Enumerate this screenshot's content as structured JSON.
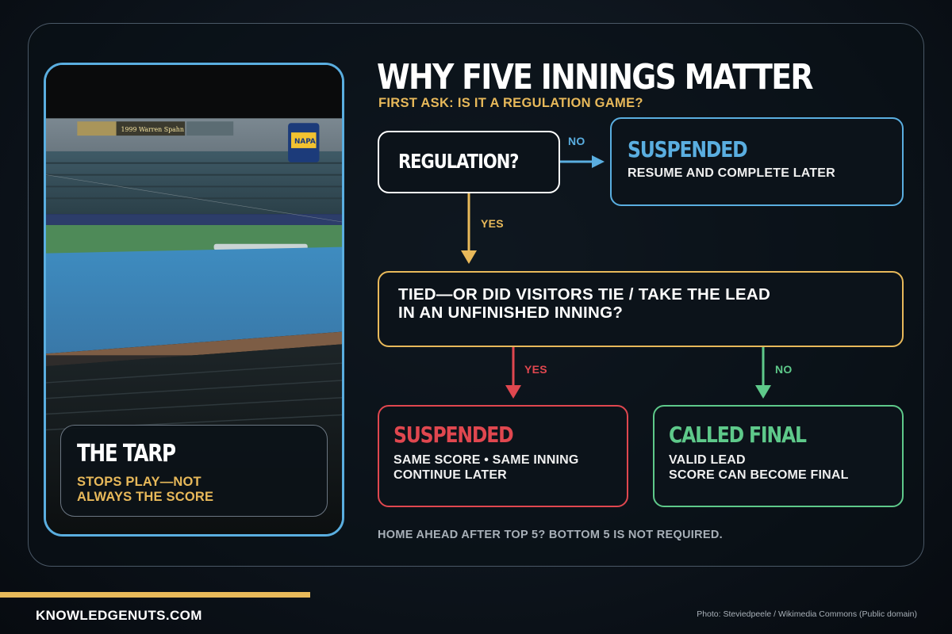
{
  "headline": "WHY FIVE INNINGS MATTER",
  "subhead": "FIRST ASK: IS IT A REGULATION GAME?",
  "photo": {
    "card_title": "THE TARP",
    "card_subtitle": "STOPS PLAY—NOT ALWAYS THE SCORE",
    "scoreboard_text": "1999 Warren Spahn",
    "sign_text": "NAPA"
  },
  "flow": {
    "regulation_label": "REGULATION?",
    "no_label_1": "NO",
    "yes_label_1": "YES",
    "suspended_top": {
      "title": "SUSPENDED",
      "text": "RESUME AND COMPLETE LATER"
    },
    "tied_question": {
      "line1": "TIED—OR DID VISITORS TIE / TAKE THE LEAD",
      "line2": "IN AN UNFINISHED INNING?"
    },
    "yes_label_2": "YES",
    "no_label_2": "NO",
    "suspended_bottom": {
      "title": "SUSPENDED",
      "line1": "SAME SCORE • SAME INNING",
      "line2": "CONTINUE LATER"
    },
    "called_final": {
      "title": "CALLED FINAL",
      "line1": "VALID LEAD",
      "line2": "SCORE CAN BECOME FINAL"
    }
  },
  "footnote": "HOME AHEAD AFTER TOP 5? BOTTOM 5 IS NOT REQUIRED.",
  "brand": "KNOWLEDGENUTS.COM",
  "credit": "Photo: Steviedpeele / Wikimedia Commons (Public domain)",
  "colors": {
    "blue": "#5aaee0",
    "gold": "#e8b95a",
    "red": "#e0474f",
    "green": "#5ec98a",
    "white": "#ffffff"
  }
}
